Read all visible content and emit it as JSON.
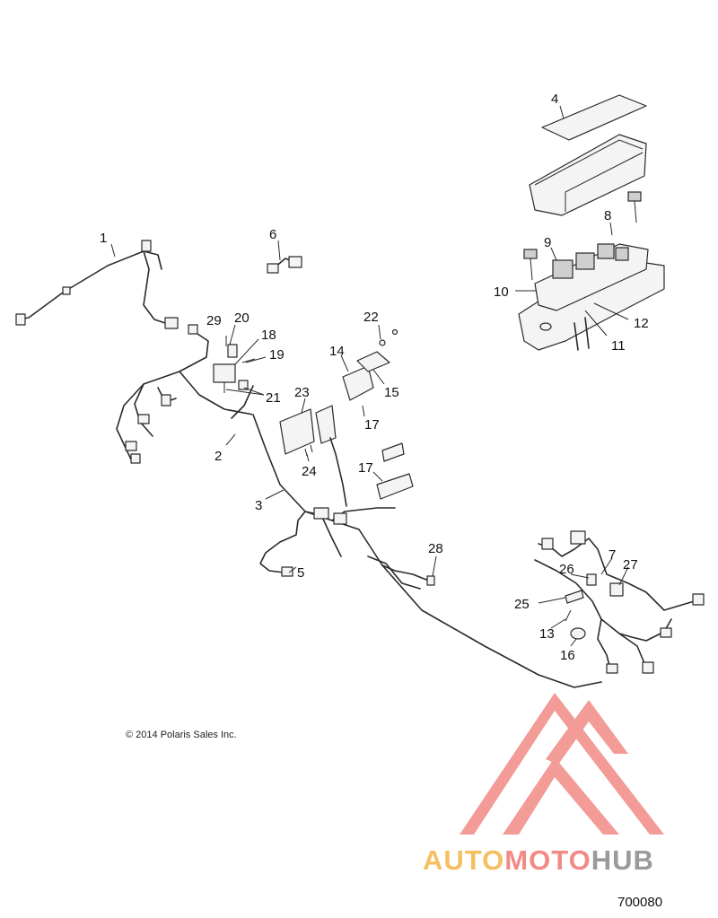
{
  "callouts": [
    {
      "id": "c1",
      "text": "1"
    },
    {
      "id": "c2",
      "text": "2"
    },
    {
      "id": "c3",
      "text": "3"
    },
    {
      "id": "c4",
      "text": "4"
    },
    {
      "id": "c5",
      "text": "5"
    },
    {
      "id": "c6",
      "text": "6"
    },
    {
      "id": "c7",
      "text": "7"
    },
    {
      "id": "c8",
      "text": "8"
    },
    {
      "id": "c9",
      "text": "9"
    },
    {
      "id": "c10",
      "text": "10"
    },
    {
      "id": "c11",
      "text": "11"
    },
    {
      "id": "c12",
      "text": "12"
    },
    {
      "id": "c13",
      "text": "13"
    },
    {
      "id": "c14",
      "text": "14"
    },
    {
      "id": "c15",
      "text": "15"
    },
    {
      "id": "c16",
      "text": "16"
    },
    {
      "id": "c17a",
      "text": "17"
    },
    {
      "id": "c17b",
      "text": "17"
    },
    {
      "id": "c18",
      "text": "18"
    },
    {
      "id": "c19",
      "text": "19"
    },
    {
      "id": "c20",
      "text": "20"
    },
    {
      "id": "c21",
      "text": "21"
    },
    {
      "id": "c22",
      "text": "22"
    },
    {
      "id": "c23",
      "text": "23"
    },
    {
      "id": "c24",
      "text": "24"
    },
    {
      "id": "c25",
      "text": "25"
    },
    {
      "id": "c26",
      "text": "26"
    },
    {
      "id": "c27",
      "text": "27"
    },
    {
      "id": "c28",
      "text": "28"
    },
    {
      "id": "c29",
      "text": "29"
    }
  ],
  "copyright": "© 2014 Polaris Sales Inc.",
  "figure_number": "700080",
  "watermark": {
    "brand_parts": [
      "AUTO",
      "MOTO",
      "HUB"
    ],
    "colors": {
      "auto": "#f5c060",
      "moto": "#f28a86",
      "hub": "#9a9a9a",
      "logo": "#f08a86"
    }
  }
}
